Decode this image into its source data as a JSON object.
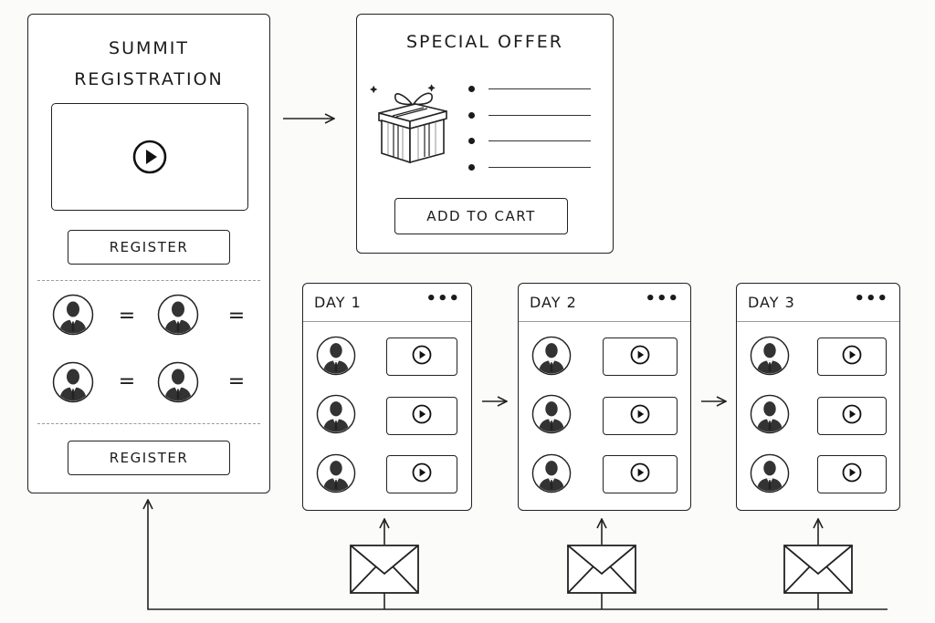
{
  "registration": {
    "title_line1": "SUMMIT",
    "title_line2": "REGISTRATION",
    "register_top_label": "REGISTER",
    "register_bottom_label": "REGISTER",
    "equals_symbol": "="
  },
  "offer": {
    "title": "SPECIAL OFFER",
    "add_to_cart_label": "ADD TO CART",
    "bullet_count_visible": 4
  },
  "days": [
    {
      "title": "DAY 1",
      "menu": "•••"
    },
    {
      "title": "DAY 2",
      "menu": "•••"
    },
    {
      "title": "DAY 3",
      "menu": "•••"
    }
  ],
  "icons": {
    "play": "play-icon",
    "avatar": "person-avatar-icon",
    "gift": "gift-box-icon",
    "envelope": "envelope-icon",
    "menu": "more-horizontal-icon"
  },
  "colors": {
    "stroke": "#222222",
    "background": "#fbfbfa",
    "divider": "#9a9a9a"
  }
}
